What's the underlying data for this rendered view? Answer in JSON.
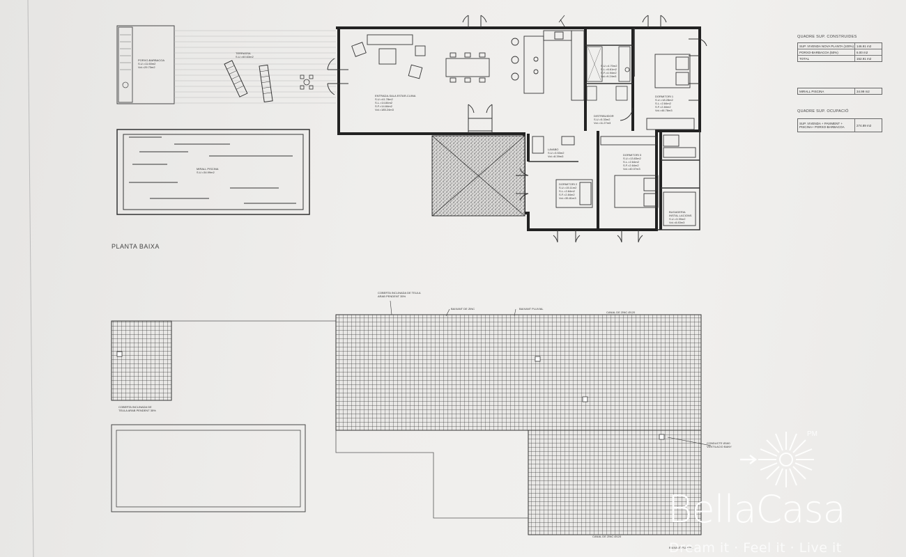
{
  "plan_title": "PLANTA BAIXA",
  "rooms": {
    "porxo": {
      "name": "PORXO-BARBACOA",
      "s1": "S.U.=11.60m2",
      "s2": "Vol.=29.73m2"
    },
    "terrassa": {
      "name": "TERRASSA",
      "s1": "S.U.=60.63m2"
    },
    "estar": {
      "name": "ENTRADA-SALA ESTAR-CUINA",
      "s1": "S.U.=41.78m2",
      "s2": "S.L.=14.84m2",
      "s3": "S.F.=14.84m2",
      "s4": "Vol.=185.24m3"
    },
    "bany": {
      "s1": "S.U.=4.70m2",
      "s2": "S.L.=6.61m2",
      "s3": "S.F.=4.94m2",
      "s4": "Vol.=9.24m3"
    },
    "dormitori1": {
      "name": "DORMITORI 1",
      "s1": "S.U.=18.28m2",
      "s2": "S.L.=2.84m2",
      "s3": "S.F.=2.84m2",
      "s4": "Vol.=46.78m3"
    },
    "distribuidor": {
      "name": "DISTRIBUIDOR",
      "s1": "S.U.=5.33m2",
      "s2": "Vol.=11.27m3"
    },
    "lavabo": {
      "name": "LAVABO",
      "s1": "S.U.=3.53m2",
      "s2": "Vol.=8.39m3"
    },
    "dormitori2": {
      "name": "DORMITORI 2",
      "s1": "S.U.=15.11m2",
      "s2": "S.L.=2.84m2",
      "s3": "S.F.=2.84m2",
      "s4": "Vol.=35.81m3"
    },
    "dormitori3": {
      "name": "DORMITORI 3",
      "s1": "S.U.=13.83m2",
      "s2": "S.L.=2.64m2",
      "s3": "S.F.=2.64m2",
      "s4": "Vol.=40.07m3"
    },
    "bugaderia": {
      "name": "BUGADERIA",
      "name2": "INSTAL.LACIONS",
      "s1": "S.U.=3.39m2",
      "s2": "Vol.=8.83m3"
    },
    "piscina": {
      "name": "MIRALL PISCINA",
      "s1": "S.U.=34.99m2"
    }
  },
  "table1": {
    "heading": "QUADRE SUP. CONSTRUIDES",
    "rows": [
      {
        "label": "SUP. VIVENDA NOVA PLANTA (100%)",
        "value": "146.91 m2"
      },
      {
        "label": "PORXO-BARBACOA (50%)",
        "value": "6.00 m2"
      },
      {
        "label": "TOTAL",
        "value": "152.91 m2"
      }
    ]
  },
  "table2": {
    "rows": [
      {
        "label": "MIRALL PISCINA",
        "value": "34.99 m2"
      }
    ]
  },
  "table3": {
    "heading": "QUADRE SUP. OCUPACIÓ",
    "rows": [
      {
        "label": "SUP. VIVENDA + PAVIMENT + PISCINA+ PORXO-BARBACOA",
        "value": "274.89 m2"
      }
    ]
  },
  "roof": {
    "coberta1": "COBERTA INCLINADA DE TEULA ARAB PENDENT 35%",
    "coberta2": "COBERTA INCLINADA DE TEULA ARAB PENDENT 35%",
    "baixant_zinc": "BAIXANT DE ZINC",
    "baixant_pluvial": "BAIXANT PLUVIAL",
    "canal_top": "CANAL DE ZINC Ø120",
    "canal_bottom": "CANAL DE ZINC Ø120",
    "conducte": "CONDUCTE Ø160 VENTILACIO BANY",
    "baixant_bottom": "BAIXANT PLUVIAL"
  },
  "brand": {
    "name": "BellaCasa",
    "tagline": "Dream it · Feel it · Live it",
    "mark": "PM"
  },
  "colors": {
    "paper": "#efeeec",
    "line": "#222222",
    "brand": "#ffffff"
  }
}
